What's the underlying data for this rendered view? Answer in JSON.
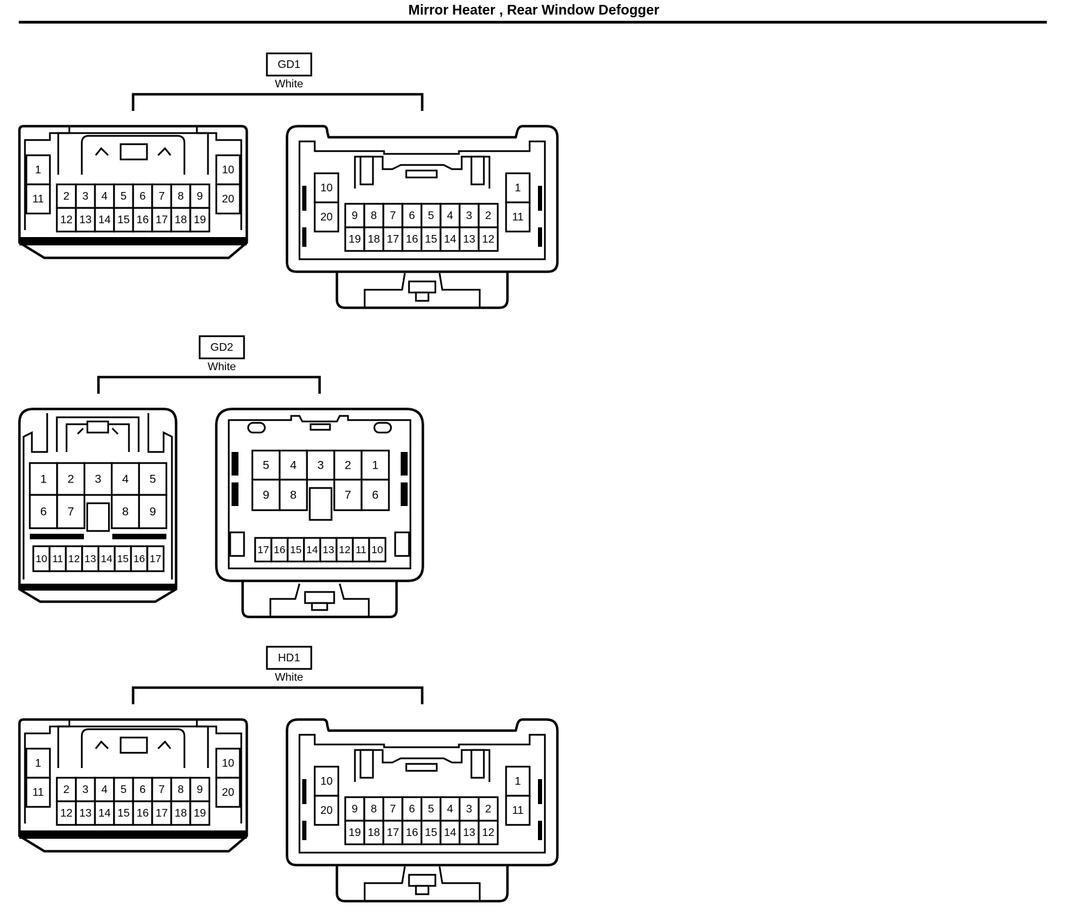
{
  "title": "Mirror Heater , Rear Window Defogger",
  "connectors": [
    {
      "id": "GD1",
      "color": "White",
      "type": "20pin",
      "male": {
        "left_col": [
          "1",
          "11"
        ],
        "right_col": [
          "10",
          "20"
        ],
        "row1": [
          "2",
          "3",
          "4",
          "5",
          "6",
          "7",
          "8",
          "9"
        ],
        "row2": [
          "12",
          "13",
          "14",
          "15",
          "16",
          "17",
          "18",
          "19"
        ]
      },
      "female": {
        "left_col": [
          "10",
          "20"
        ],
        "right_col": [
          "1",
          "11"
        ],
        "row1": [
          "9",
          "8",
          "7",
          "6",
          "5",
          "4",
          "3",
          "2"
        ],
        "row2": [
          "19",
          "18",
          "17",
          "16",
          "15",
          "14",
          "13",
          "12"
        ]
      }
    },
    {
      "id": "GD2",
      "color": "White",
      "type": "17pin",
      "male": {
        "row1": [
          "1",
          "2",
          "3",
          "4",
          "5"
        ],
        "row2": [
          "6",
          "7",
          "",
          "8",
          "9"
        ],
        "row3": [
          "10",
          "11",
          "12",
          "13",
          "14",
          "15",
          "16",
          "17"
        ]
      },
      "female": {
        "row1": [
          "5",
          "4",
          "3",
          "2",
          "1"
        ],
        "row2": [
          "9",
          "8",
          "",
          "7",
          "6"
        ],
        "row3": [
          "17",
          "16",
          "15",
          "14",
          "13",
          "12",
          "11",
          "10"
        ]
      }
    },
    {
      "id": "HD1",
      "color": "White",
      "type": "20pin",
      "male": {
        "left_col": [
          "1",
          "11"
        ],
        "right_col": [
          "10",
          "20"
        ],
        "row1": [
          "2",
          "3",
          "4",
          "5",
          "6",
          "7",
          "8",
          "9"
        ],
        "row2": [
          "12",
          "13",
          "14",
          "15",
          "16",
          "17",
          "18",
          "19"
        ]
      },
      "female": {
        "left_col": [
          "10",
          "20"
        ],
        "right_col": [
          "1",
          "11"
        ],
        "row1": [
          "9",
          "8",
          "7",
          "6",
          "5",
          "4",
          "3",
          "2"
        ],
        "row2": [
          "19",
          "18",
          "17",
          "16",
          "15",
          "14",
          "13",
          "12"
        ]
      }
    }
  ]
}
